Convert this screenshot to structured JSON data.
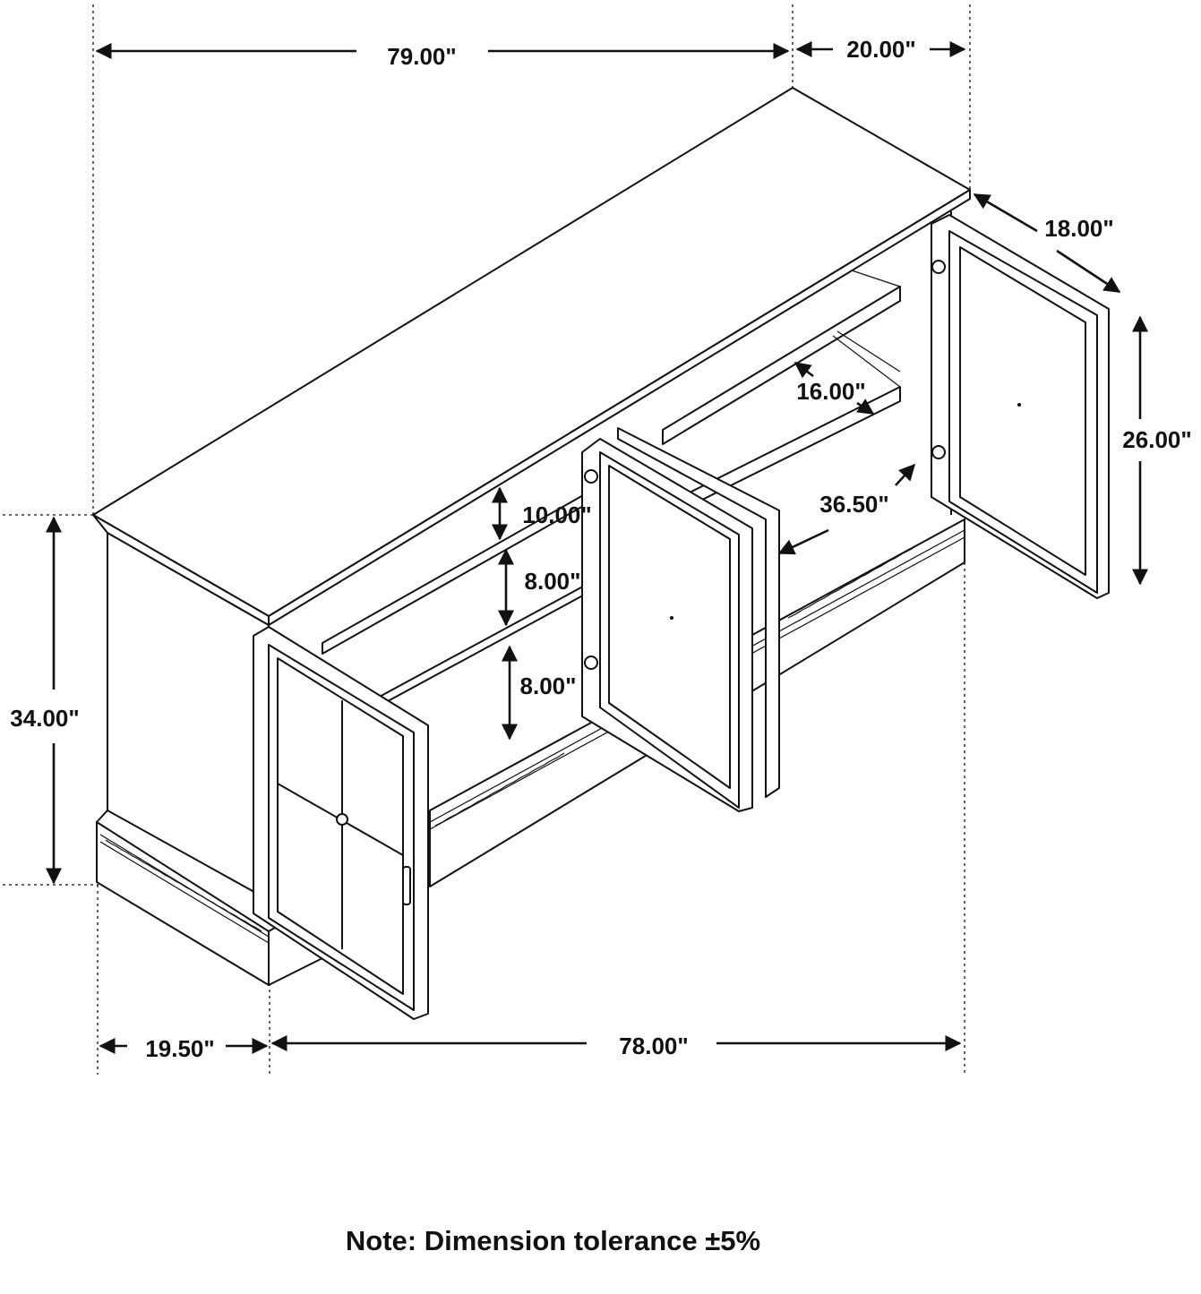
{
  "dimensions": {
    "overall_width": "79.00\"",
    "top_depth": "20.00\"",
    "door_depth": "18.00\"",
    "door_height": "26.00\"",
    "shelf_depth": "16.00\"",
    "interior_width": "36.50\"",
    "upper_shelf_spacing": "10.00\"",
    "middle_shelf_spacing": "8.00\"",
    "lower_shelf_spacing": "8.00\"",
    "overall_height": "34.00\"",
    "side_depth": "19.50\"",
    "base_width": "78.00\""
  },
  "note": "Note: Dimension tolerance ±5%"
}
